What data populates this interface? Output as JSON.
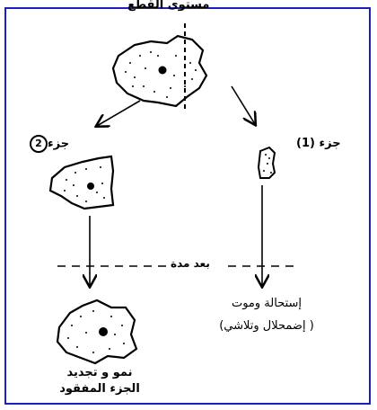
{
  "labels": {
    "cut_plane": "مستوى القطع",
    "part2": "جزء",
    "part2_number": "2",
    "part1": "جزء (1)",
    "after_time": "بعد مدة",
    "degeneration_line1": "إستحالة وموت",
    "degeneration_line2": "( إضمحلال وتلاشي)",
    "regeneration_line1": "نمو و تجديد",
    "regeneration_line2": "الجزء المفقود"
  },
  "colors": {
    "border": "#1b1fc4",
    "ink": "#000000"
  }
}
